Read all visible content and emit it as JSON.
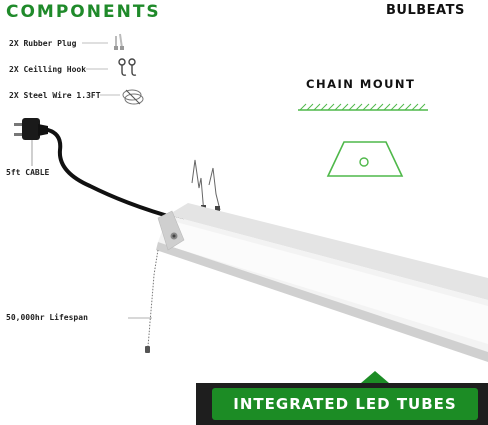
{
  "heading": "COMPONENTS",
  "brand": "BULBEATS",
  "components": [
    {
      "label": "2X Rubber Plug",
      "icon": "rubber-plug-icon"
    },
    {
      "label": "2X Ceilling Hook",
      "icon": "ceiling-hook-icon"
    },
    {
      "label": "2X Steel Wire 1.3FT",
      "icon": "steel-wire-icon"
    }
  ],
  "chain_mount_title": "CHAIN MOUNT",
  "cable_label": "5ft CABLE",
  "lifespan_label": "50,000hr Lifespan",
  "banner_text": "INTEGRATED LED TUBES",
  "colors": {
    "accent_green": "#1f8a2a",
    "banner_green": "#1c8c25",
    "dark_bg": "#1e1e1e",
    "diagram_line": "#4fb84a"
  }
}
